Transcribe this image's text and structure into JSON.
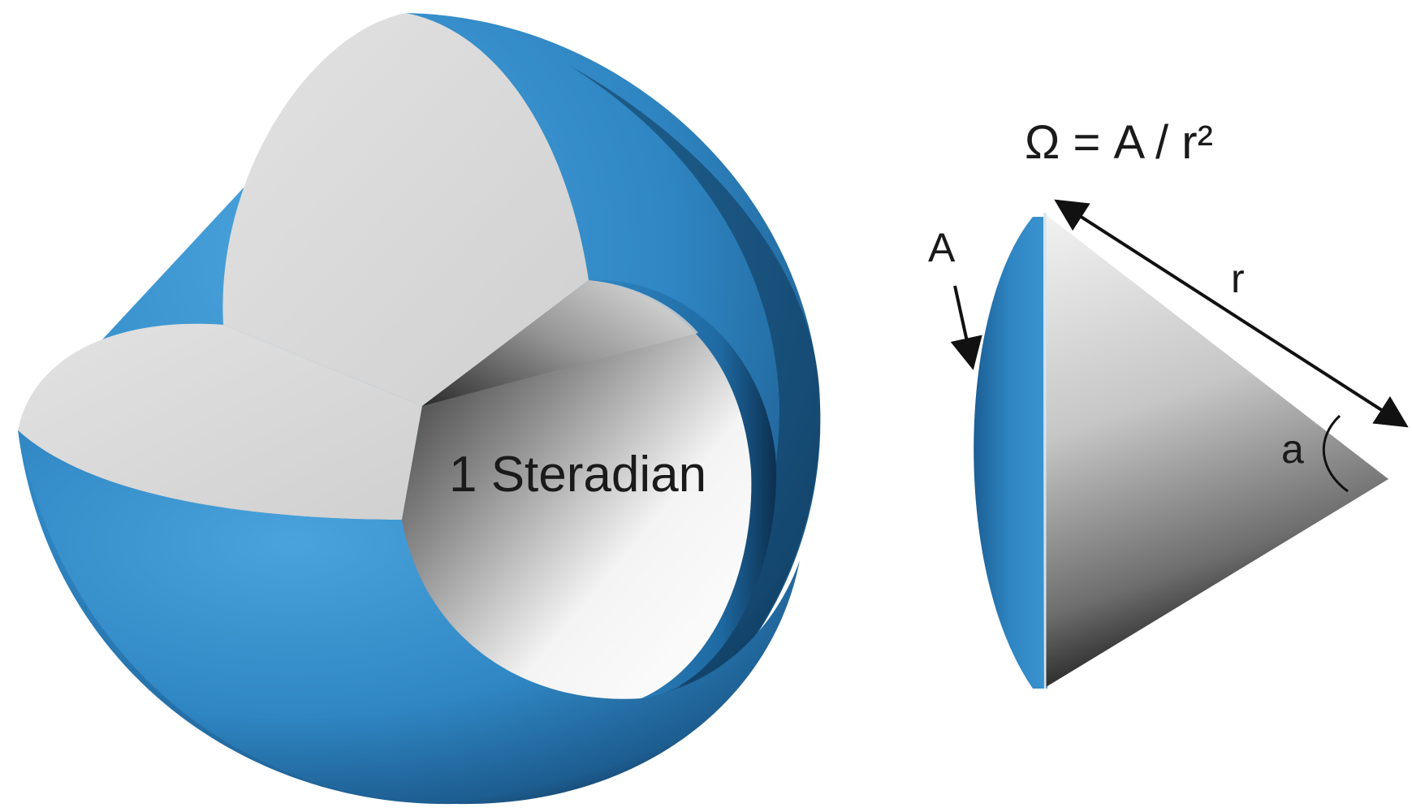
{
  "sphere": {
    "label": "1 Steradian",
    "body_color": "#2f86c3"
  },
  "cone": {
    "formula": "Ω = A / r²",
    "area_label": "A",
    "radius_label": "r",
    "angle_label": "a"
  }
}
